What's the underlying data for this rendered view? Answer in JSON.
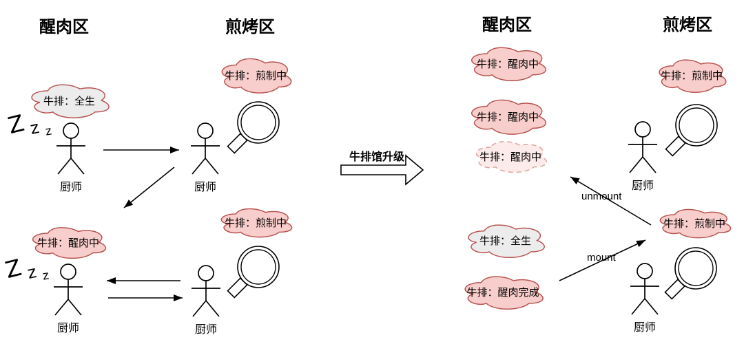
{
  "diagram": {
    "zones": {
      "before_rest": "醒肉区",
      "before_grill": "煎烤区",
      "after_rest": "醒肉区",
      "after_grill": "煎烤区"
    },
    "transition_label": "牛排馆升级",
    "chef_label": "厨师",
    "sleep_zs": {
      "z1": "Z",
      "z2": "z",
      "z3": "z"
    },
    "arrow_labels": {
      "unmount": "unmount",
      "mount": "mount"
    },
    "clouds": {
      "before_raw": "牛排：全生",
      "before_grilling_top": "牛排：煎制中",
      "before_resting": "牛排：醒肉中",
      "before_grilling_bottom": "牛排：煎制中",
      "after_resting_1": "牛排：醒肉中",
      "after_resting_2": "牛排：醒肉中",
      "after_resting_ghost": "牛排：醒肉中",
      "after_raw": "牛排：全生",
      "after_rest_done": "牛排：醒肉完成",
      "after_grilling_top": "牛排：煎制中",
      "after_grilling_bottom": "牛排：煎制中"
    },
    "colors": {
      "cloud_pink_fill": "#f8cecc",
      "cloud_stroke": "#b85450",
      "cloud_gray_fill": "#ececec",
      "cloud_ghost_fill": "#fcebea",
      "cloud_ghost_stroke": "#dda39f",
      "line_color": "#000000"
    }
  }
}
